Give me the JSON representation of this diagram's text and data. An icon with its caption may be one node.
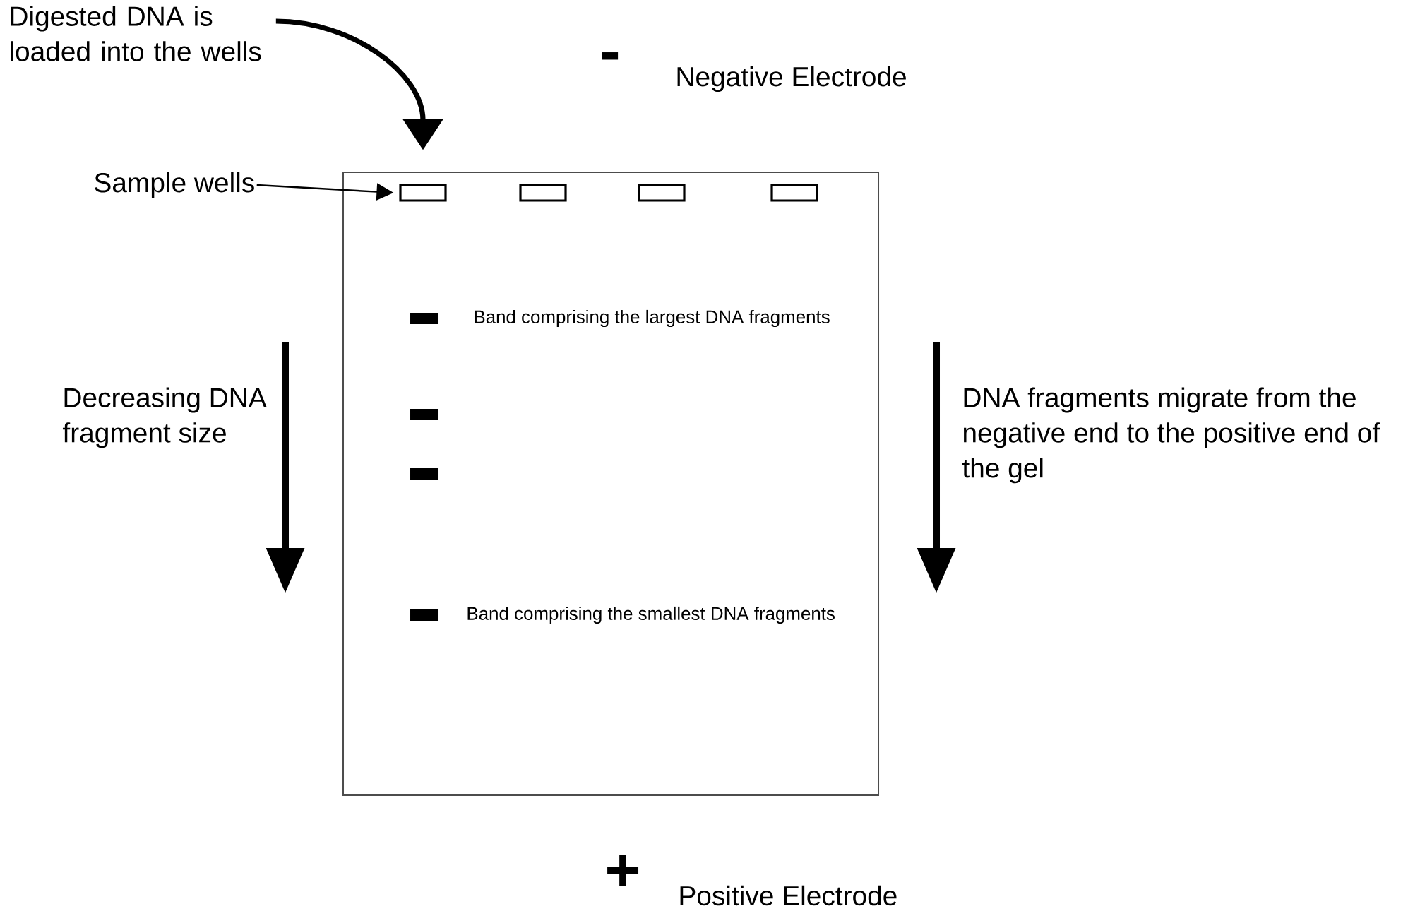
{
  "diagram": {
    "nodes": [
      {
        "text": [
          "Digested DNA is loaded into the wells"
        ]
      },
      {
        "text": [
          "Sample wells"
        ]
      },
      {
        "text": [],
        "shape": "box"
      },
      {
        "text": [],
        "shape": "box",
        "in": 2
      },
      {
        "text": [],
        "shape": "box",
        "in": 2
      },
      {
        "text": [],
        "shape": "box",
        "in": 2
      },
      {
        "text": [],
        "shape": "box",
        "in": 2
      },
      {
        "text": [],
        "shape": "bar",
        "in": 2,
        "beside": [
          "Band comprising the largest DNA fragments"
        ]
      },
      {
        "text": [],
        "shape": "bar",
        "in": 2
      },
      {
        "text": [],
        "shape": "bar",
        "in": 2
      },
      {
        "text": [],
        "shape": "bar",
        "in": 2,
        "beside": [
          "Band comprising the smallest DNA fragments"
        ]
      }
    ],
    "edges": [
      {
        "from": 0,
        "to": 3,
        "arrow": "to",
        "style": "thick"
      },
      {
        "from": 1,
        "to": 3,
        "arrow": "to"
      }
    ],
    "labels": [
      "-",
      "Negative Electrode",
      "Decreasing DNA fragment size",
      "DNA fragments migrate from the negative end to the positive end of the gel",
      "+",
      "Positive Electrode"
    ]
  }
}
